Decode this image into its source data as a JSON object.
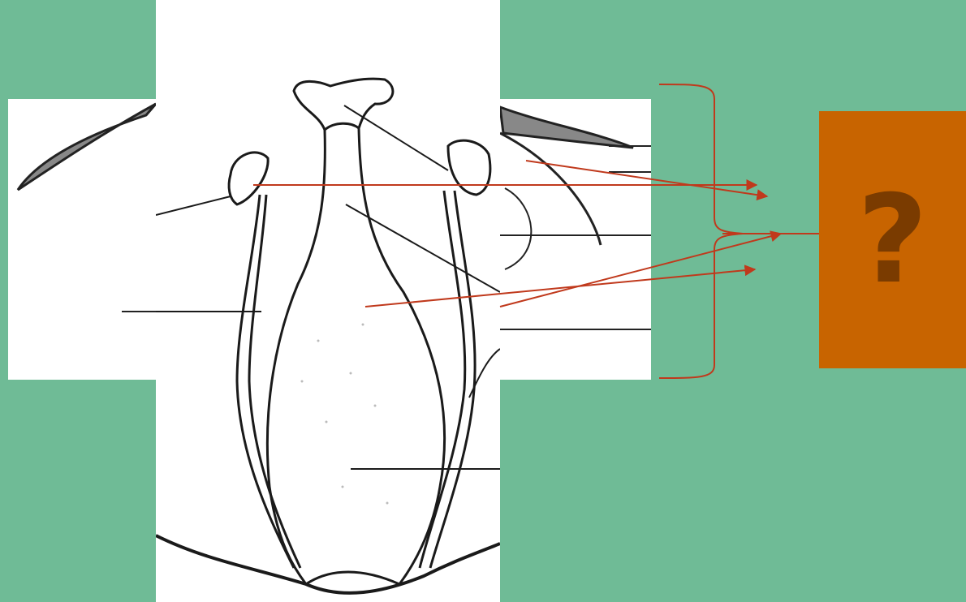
{
  "slide": {
    "background_color": "#6fbb96",
    "title_fragment": "",
    "answer_box": {
      "symbol": "?",
      "color": "#c86400",
      "symbol_color": "#7a3b00"
    },
    "arrow_color": "#c0391c",
    "icons": [
      "flower-pistil-drawing",
      "flower-side-drawing",
      "curly-brace",
      "question-mark-icon"
    ]
  }
}
